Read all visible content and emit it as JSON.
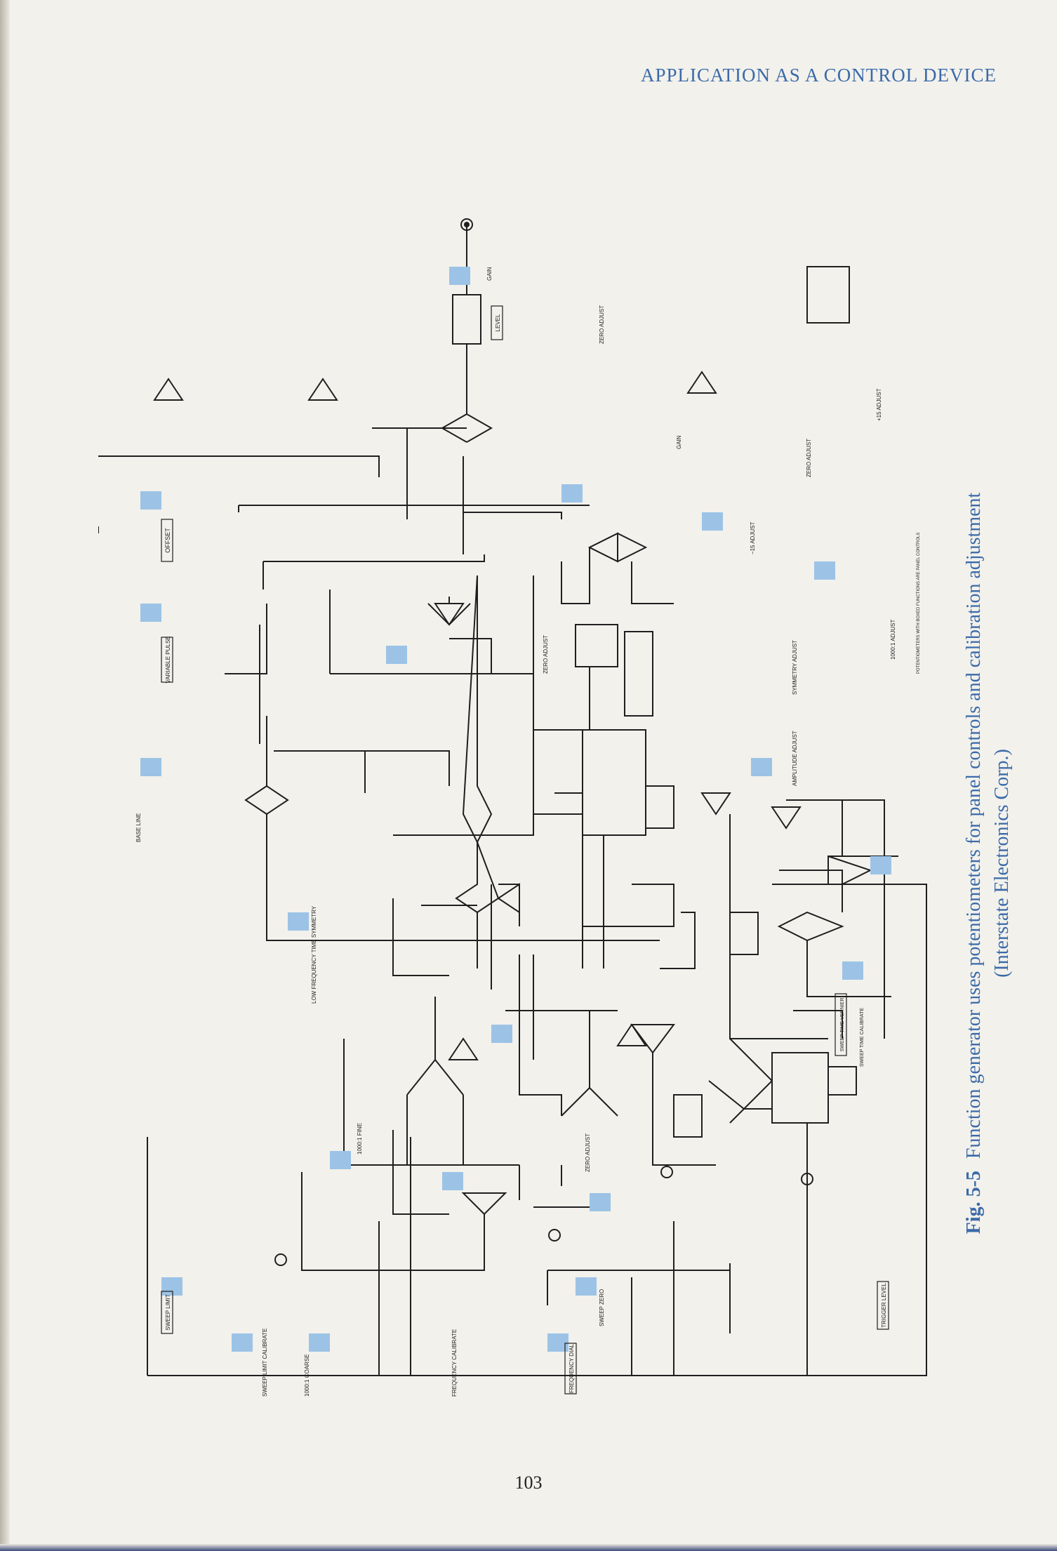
{
  "running_head": "APPLICATION AS A CONTROL DEVICE",
  "page_number": "103",
  "caption": {
    "label": "Fig. 5-5",
    "text": "Function generator uses potentiometers for panel controls and calibration adjustment",
    "credit": "(Interstate Electronics Corp.)"
  },
  "schematic": {
    "note": "POTENTIOMETERS WITH BOXED FUNCTIONS ARE PANEL CONTROLS",
    "panel_controls": [
      {
        "id": "offset",
        "text": "OFFSET"
      },
      {
        "id": "variable_pulse",
        "text": "VARIABLE PULSE"
      },
      {
        "id": "sweep_limit",
        "text": "SWEEP LIMIT"
      },
      {
        "id": "frequency_dial",
        "text": "FREQUENCY DIAL"
      },
      {
        "id": "trigger_level",
        "text": "TRIGGER LEVEL"
      },
      {
        "id": "level",
        "text": "LEVEL"
      },
      {
        "id": "sweep_time_vernier",
        "text": "SWEEP TIME VERNIER"
      }
    ],
    "adjustments": [
      {
        "id": "gain_top",
        "text": "GAIN"
      },
      {
        "id": "zero_adjust_top",
        "text": "ZERO ADJUST"
      },
      {
        "id": "gain_mid",
        "text": "GAIN"
      },
      {
        "id": "zero_adjust_mid",
        "text": "ZERO ADJUST"
      },
      {
        "id": "minus15_adjust",
        "text": "−15 ADJUST"
      },
      {
        "id": "plus15_adjust",
        "text": "+15 ADJUST"
      },
      {
        "id": "zero_adjust_pulse",
        "text": "ZERO ADJUST"
      },
      {
        "id": "symmetry_adjust",
        "text": "SYMMETRY ADJUST"
      },
      {
        "id": "amplitude_adjust",
        "text": "AMPLITUDE ADJUST"
      },
      {
        "id": "fine_1000_1_right",
        "text": "1000:1 ADJUST"
      },
      {
        "id": "base_line",
        "text": "BASE LINE"
      },
      {
        "id": "low_freq_sym",
        "text": "LOW FREQUENCY TIME SYMMETRY"
      },
      {
        "id": "fine_1000_1",
        "text": "1000:1 FINE"
      },
      {
        "id": "zero_adjust_low",
        "text": "ZERO ADJUST"
      },
      {
        "id": "sweep_zero",
        "text": "SWEEP ZERO"
      },
      {
        "id": "sweep_limit_cal",
        "text": "SWEEP LIMIT CALIBRATE"
      },
      {
        "id": "coarse_1000_1",
        "text": "1000:1 COARSE"
      },
      {
        "id": "frequency_cal",
        "text": "FREQUENCY CALIBRATE"
      },
      {
        "id": "sweep_time_cal",
        "text": "SWEEP TIME CALIBRATE"
      }
    ],
    "colors": {
      "ink": "#1f1f1f",
      "highlight": "#9cc3e6",
      "caption": "#3b6aa8"
    }
  }
}
